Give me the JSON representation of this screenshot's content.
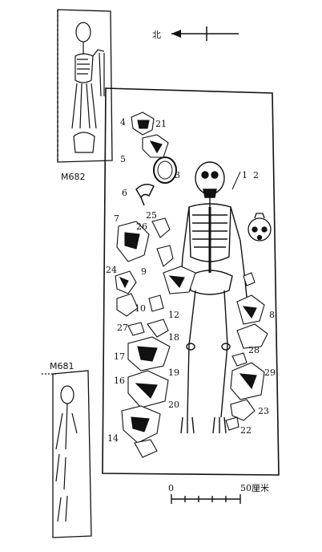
{
  "north": {
    "label": "北"
  },
  "tombs": {
    "main": {
      "label": ""
    },
    "upper": {
      "label": "M682"
    },
    "lower": {
      "label": "M681"
    }
  },
  "scale": {
    "zero": "0",
    "end": "50厘米"
  },
  "artifacts": [
    "1",
    "2",
    "3",
    "4",
    "5",
    "6",
    "7",
    "8",
    "9",
    "10",
    "12",
    "14",
    "16",
    "17",
    "18",
    "19",
    "20",
    "21",
    "22",
    "23",
    "24",
    "25",
    "26",
    "27",
    "28",
    "29"
  ],
  "colors": {
    "ink": "#111111",
    "paper": "#ffffff"
  }
}
